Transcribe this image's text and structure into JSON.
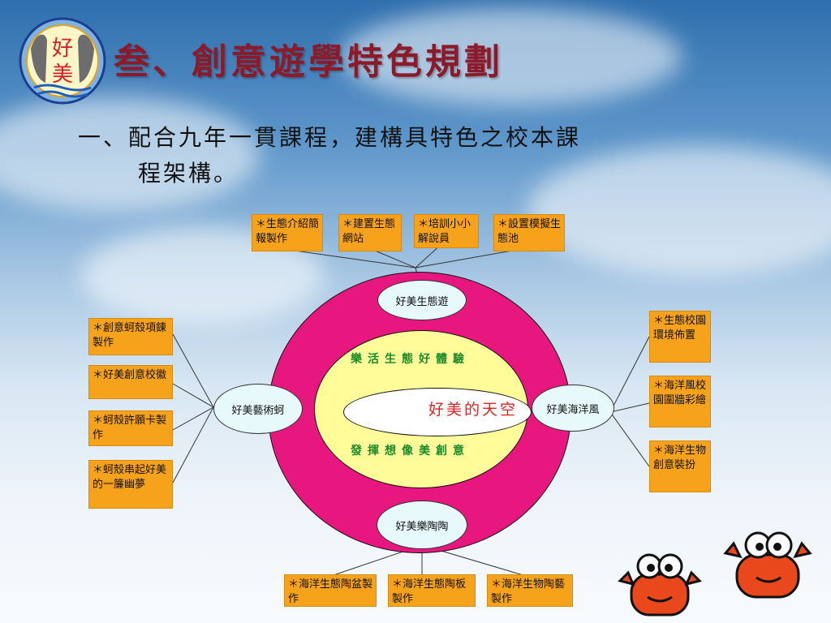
{
  "logo": {
    "chars": [
      "好",
      "美"
    ]
  },
  "title": "叁、創意遊學特色規劃",
  "bullet": {
    "line1": "一、配合九年一貫課程，建構具特色之校本課",
    "line2": "程架構。"
  },
  "top_boxes": [
    "＊生態介紹簡報製作",
    "＊建置生態網站",
    "＊培訓小小解說員",
    "＊設置模擬生態池"
  ],
  "left_boxes": [
    "＊創意蚵殼項鍊製作",
    "＊好美創意校徽",
    "＊蚵殼許願卡製作",
    "＊蚵殼串起好美的一簾幽夢"
  ],
  "right_boxes": [
    "＊生態校園環境佈置",
    "＊海洋風校園圍牆彩繪",
    "＊海洋生物創意裝扮"
  ],
  "bottom_boxes": [
    "＊海洋生態陶盆製作",
    "＊海洋生態陶板製作",
    "＊海洋生物陶藝製作"
  ],
  "nodes": {
    "top": "好美生態遊",
    "left": "好美藝術蚵",
    "right": "好美海洋風",
    "bottom": "好美樂陶陶"
  },
  "center": {
    "upper": "樂活生態好體驗",
    "middle": "好美的天空",
    "lower": "發揮想像美創意"
  },
  "colors": {
    "title": "#8b1a2b",
    "box": "#f7a21b",
    "ring": "#e8177f",
    "yellow": "#fffc99",
    "green_text": "#1a8a2a",
    "red_text": "#dd2222"
  }
}
